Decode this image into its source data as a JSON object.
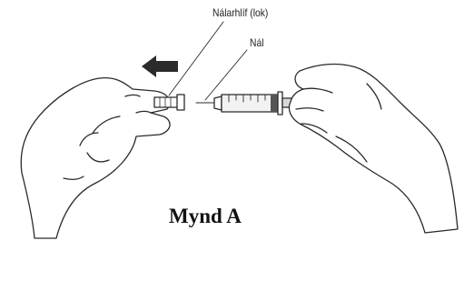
{
  "labels": {
    "cap": "Nálarhlíf (lok)",
    "needle": "Nál"
  },
  "caption": "Mynd A",
  "icons": {
    "direction_arrow": "arrow-left-icon",
    "left_hand": "left-hand-illustration",
    "right_hand": "right-hand-illustration",
    "syringe": "syringe-illustration",
    "needle_cap": "needle-cap-illustration"
  },
  "colors": {
    "line": "#2a2a2a",
    "arrow": "#2b2b2b",
    "hand_fill": "#ffffff",
    "syringe_fill": "#f2f2f2",
    "plunger_fill": "#d8d8d8"
  }
}
